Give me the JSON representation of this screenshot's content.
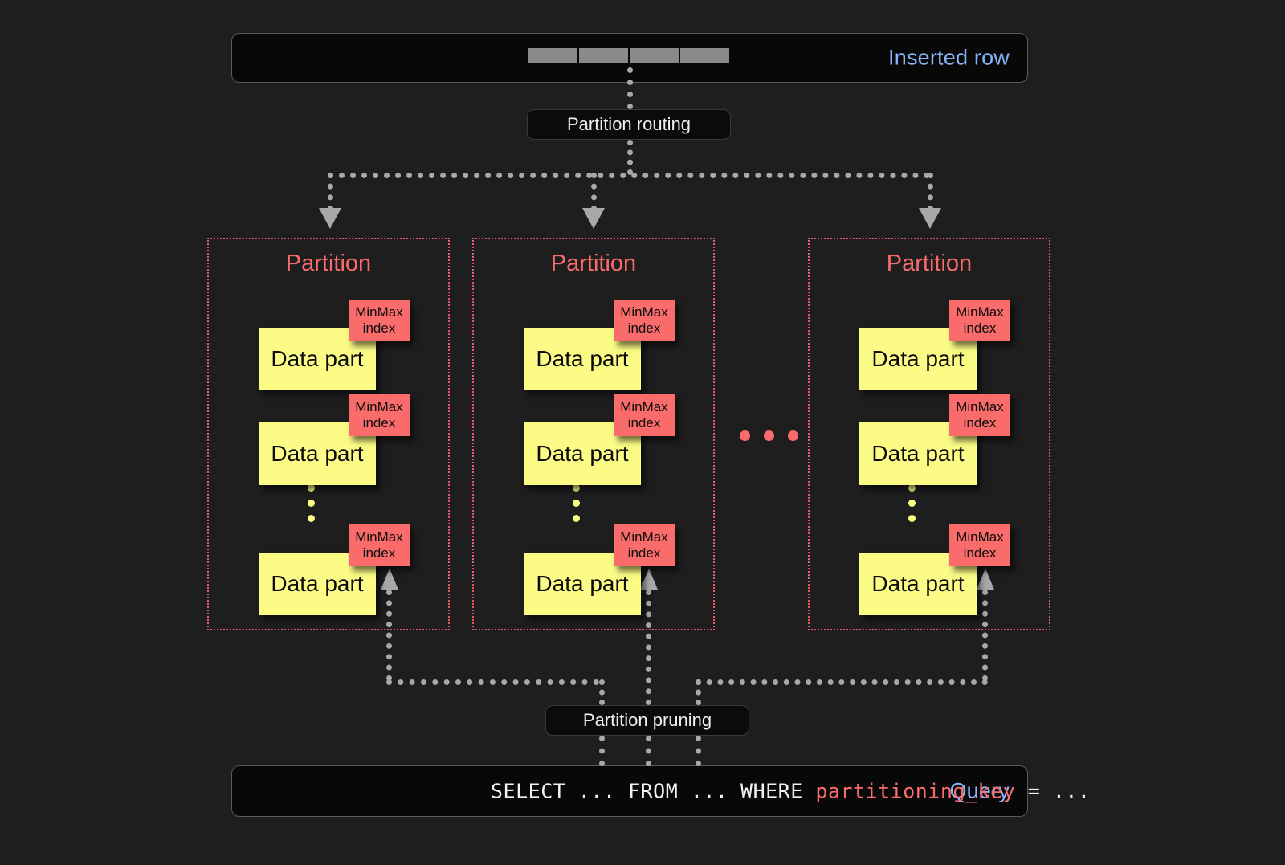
{
  "diagram": {
    "background_color": "#1e1e1e",
    "accent_red": "#fa6b6b",
    "accent_yellow": "#fbfb86",
    "accent_blue": "#8ab4f8",
    "connector_gray": "#a8a8a8"
  },
  "inserted_row": {
    "label": "Inserted row",
    "cell_count": 4,
    "cells": [
      "",
      "",
      "",
      ""
    ]
  },
  "routing": {
    "label": "Partition routing"
  },
  "pruning": {
    "label": "Partition pruning"
  },
  "query": {
    "label": "Query",
    "prefix": "SELECT ... FROM ... WHERE ",
    "key": "partitioning_key",
    "suffix": " = ..."
  },
  "partitions": [
    {
      "title": "Partition",
      "parts": [
        {
          "data_part_label": "Data part",
          "index_line1": "MinMax",
          "index_line2": "index"
        },
        {
          "data_part_label": "Data part",
          "index_line1": "MinMax",
          "index_line2": "index"
        },
        {
          "data_part_label": "Data part",
          "index_line1": "MinMax",
          "index_line2": "index"
        }
      ],
      "vertical_ellipsis_dots": 3
    },
    {
      "title": "Partition",
      "parts": [
        {
          "data_part_label": "Data part",
          "index_line1": "MinMax",
          "index_line2": "index"
        },
        {
          "data_part_label": "Data part",
          "index_line1": "MinMax",
          "index_line2": "index"
        },
        {
          "data_part_label": "Data part",
          "index_line1": "MinMax",
          "index_line2": "index"
        }
      ],
      "vertical_ellipsis_dots": 3
    },
    {
      "title": "Partition",
      "parts": [
        {
          "data_part_label": "Data part",
          "index_line1": "MinMax",
          "index_line2": "index"
        },
        {
          "data_part_label": "Data part",
          "index_line1": "MinMax",
          "index_line2": "index"
        },
        {
          "data_part_label": "Data part",
          "index_line1": "MinMax",
          "index_line2": "index"
        }
      ],
      "vertical_ellipsis_dots": 3
    }
  ],
  "partition_ellipsis_dots": 3
}
